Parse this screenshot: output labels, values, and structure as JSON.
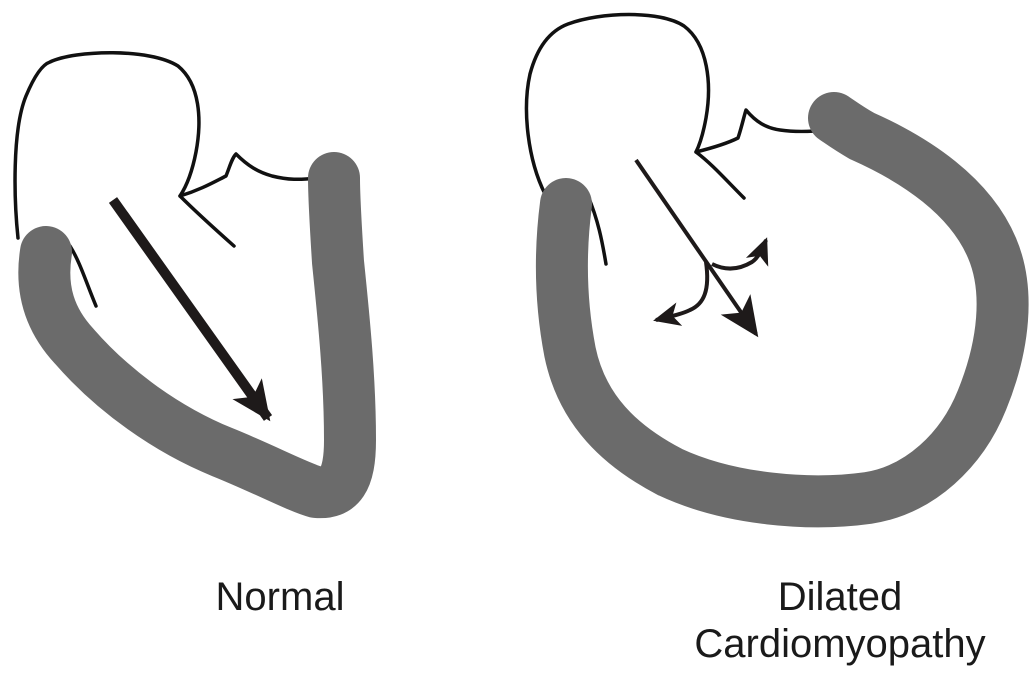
{
  "colors": {
    "wall": "#6b6b6b",
    "outline": "#111111",
    "arrow": "#1e1a1a",
    "background": "#ffffff"
  },
  "panels": [
    {
      "key": "normal",
      "label": "Normal"
    },
    {
      "key": "dilated",
      "label_line1": "Dilated",
      "label_line2": "Cardiomyopathy"
    }
  ]
}
